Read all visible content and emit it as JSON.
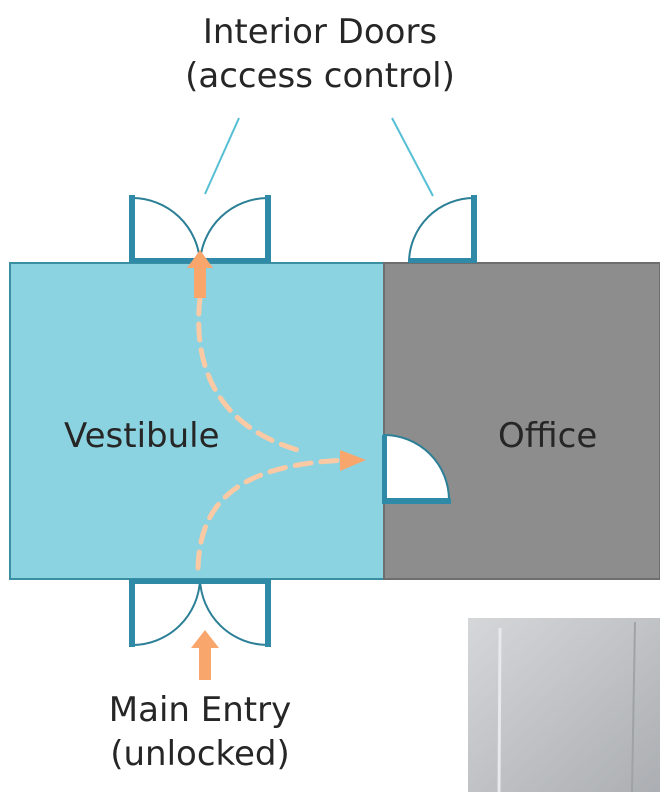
{
  "labels": {
    "interior_doors_line1": "Interior Doors",
    "interior_doors_line2": "(access control)",
    "vestibule": "Vestibule",
    "office": "Office",
    "main_entry_line1": "Main Entry",
    "main_entry_line2": "(unlocked)"
  },
  "colors": {
    "vestibule_fill": "#8bd3e1",
    "room_outline": "#3b8fa3",
    "office_fill": "#8d8d8d",
    "door_swing": "#2b7f96",
    "door_leaf": "#2e8aa6",
    "arrow": "#f9a66c",
    "path_dashes": "#fbc9a4",
    "callout_line": "#55bfd3",
    "text": "#262626"
  },
  "icons": {
    "entry_arrow": "arrow-up-icon",
    "interior_arrow": "arrow-up-icon",
    "path_arrowhead": "arrowhead-right-icon"
  }
}
